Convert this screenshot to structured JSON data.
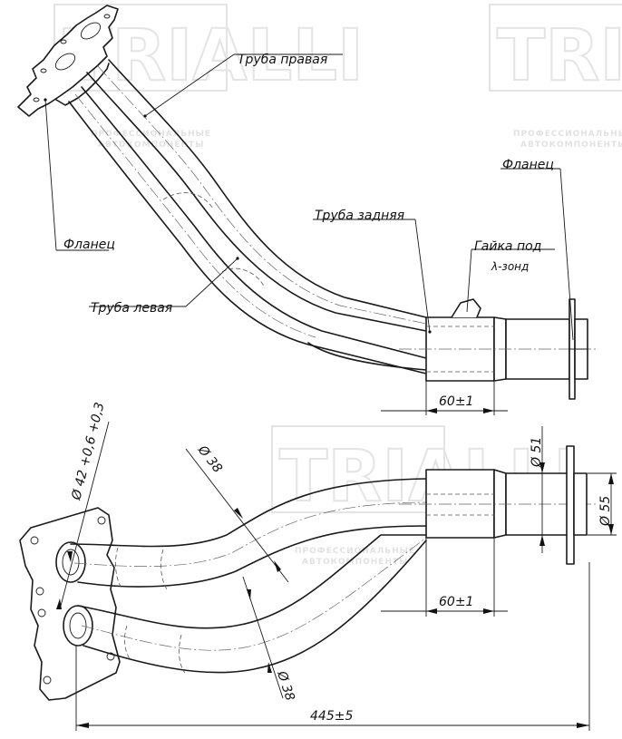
{
  "watermark": {
    "brand": "TRIALLI",
    "tagline_1": "ПРОФЕССИОНАЛЬНЫЕ",
    "tagline_2": "АВТОКОМПОНЕНТЫ"
  },
  "labels": {
    "pipe_right": "Труба правая",
    "flange_left": "Фланец",
    "flange_right": "Фланец",
    "pipe_rear": "Труба задняя",
    "lambda_nut_1": "Гайка под",
    "lambda_nut_2": "λ-зонд",
    "pipe_left": "Труба левая"
  },
  "dimensions": {
    "length_top": "60±1",
    "length_bottom": "60±1",
    "overall_length": "445±5",
    "dia_flange_pipe": "Ø 42 +0,6 +0,3",
    "dia_pipe_upper": "Ø 38",
    "dia_pipe_lower": "Ø 38",
    "dia_outlet": "Ø 51",
    "dia_flange": "Ø 55"
  }
}
